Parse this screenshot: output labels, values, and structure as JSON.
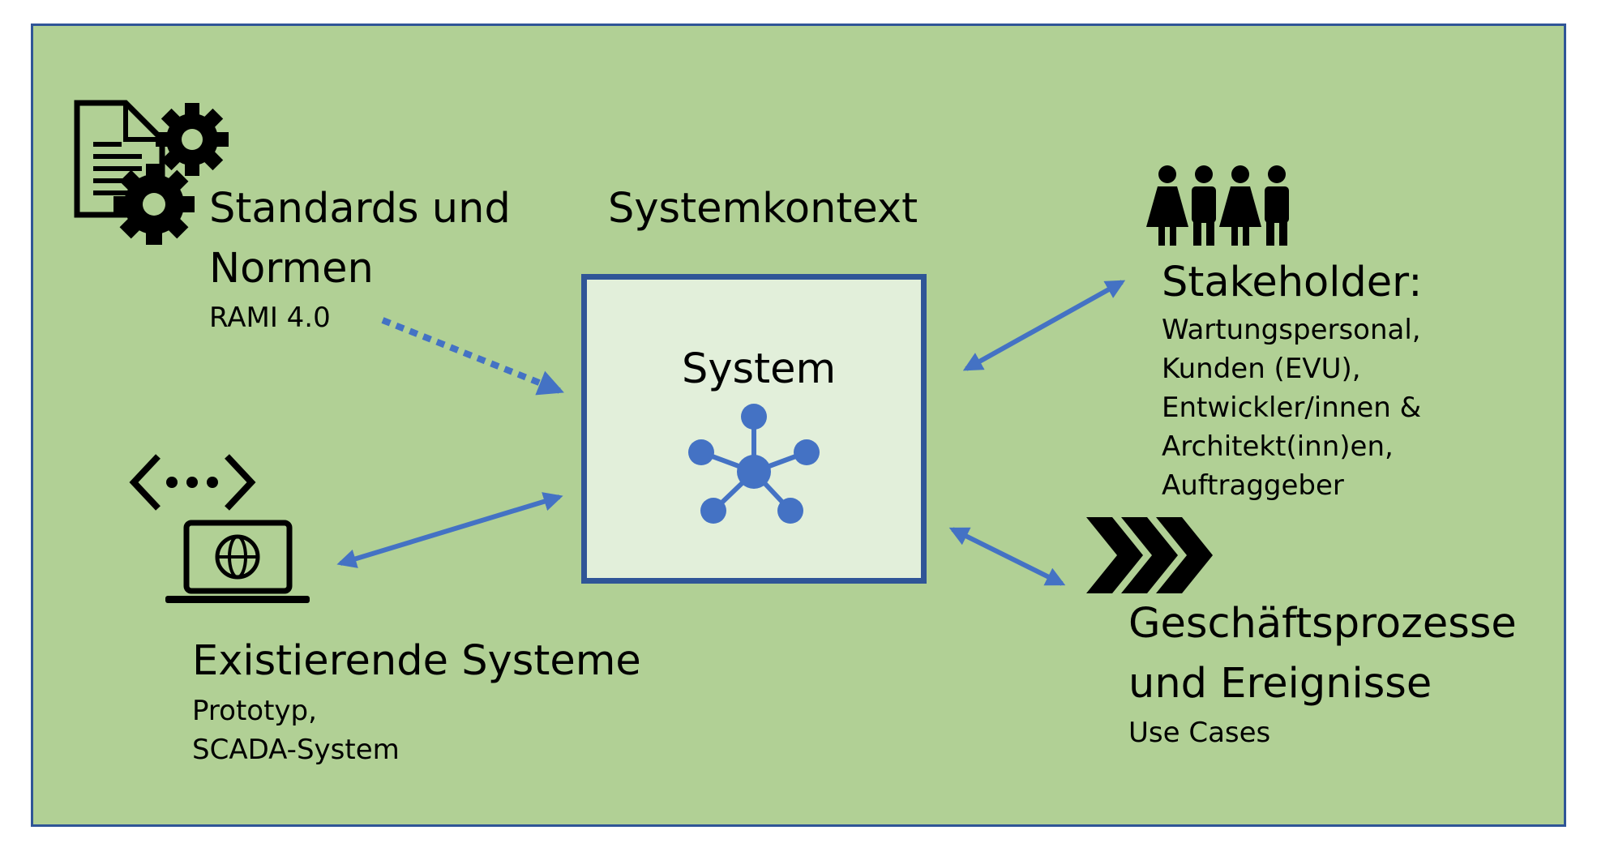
{
  "standards": {
    "title_line1": "Standards und",
    "title_line2": "Normen",
    "detail": "RAMI 4.0"
  },
  "context": {
    "title": "Systemkontext"
  },
  "system": {
    "title": "System"
  },
  "stakeholder": {
    "title": "Stakeholder:",
    "items": [
      "Wartungspersonal,",
      "Kunden (EVU),",
      "Entwickler/innen &",
      "Architekt(inn)en,",
      "Auftraggeber"
    ]
  },
  "existing": {
    "title": "Existierende Systeme",
    "detail_line1": "Prototyp,",
    "detail_line2": "SCADA-System"
  },
  "processes": {
    "title_line1": "Geschäftsprozesse",
    "title_line2": "und Ereignisse",
    "detail": "Use Cases"
  },
  "colors": {
    "background": "#b1d095",
    "border": "#2f5597",
    "system_fill": "#e2efda",
    "arrow": "#4472c4",
    "icon": "#000000"
  },
  "icons": [
    "document-gears-icon",
    "network-hub-icon",
    "people-group-icon",
    "code-laptop-icon",
    "chevrons-icon"
  ]
}
